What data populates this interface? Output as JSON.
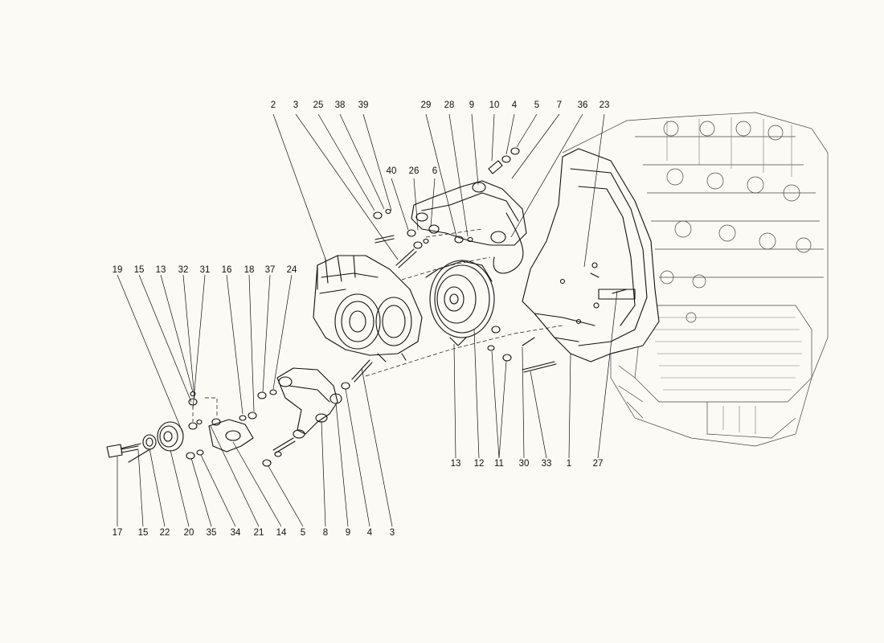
{
  "diagram": {
    "callouts": [
      {
        "id": "top-2",
        "text": "2"
      },
      {
        "id": "top-3",
        "text": "3"
      },
      {
        "id": "top-25",
        "text": "25"
      },
      {
        "id": "top-38",
        "text": "38"
      },
      {
        "id": "top-39",
        "text": "39"
      },
      {
        "id": "top-29",
        "text": "29"
      },
      {
        "id": "top-28",
        "text": "28"
      },
      {
        "id": "top-9",
        "text": "9"
      },
      {
        "id": "top-10",
        "text": "10"
      },
      {
        "id": "top-4",
        "text": "4"
      },
      {
        "id": "top-5",
        "text": "5"
      },
      {
        "id": "top-7",
        "text": "7"
      },
      {
        "id": "top-36",
        "text": "36"
      },
      {
        "id": "top-23",
        "text": "23"
      },
      {
        "id": "mid-40",
        "text": "40"
      },
      {
        "id": "mid-26",
        "text": "26"
      },
      {
        "id": "mid-6",
        "text": "6"
      },
      {
        "id": "left-19",
        "text": "19"
      },
      {
        "id": "left-15",
        "text": "15"
      },
      {
        "id": "left-13",
        "text": "13"
      },
      {
        "id": "left-32",
        "text": "32"
      },
      {
        "id": "left-31",
        "text": "31"
      },
      {
        "id": "left-16",
        "text": "16"
      },
      {
        "id": "left-18",
        "text": "18"
      },
      {
        "id": "left-37",
        "text": "37"
      },
      {
        "id": "left-24",
        "text": "24"
      },
      {
        "id": "right-13",
        "text": "13"
      },
      {
        "id": "right-12",
        "text": "12"
      },
      {
        "id": "right-11",
        "text": "11"
      },
      {
        "id": "right-30",
        "text": "30"
      },
      {
        "id": "right-33",
        "text": "33"
      },
      {
        "id": "right-1",
        "text": "1"
      },
      {
        "id": "right-27",
        "text": "27"
      },
      {
        "id": "bot-17",
        "text": "17"
      },
      {
        "id": "bot-15",
        "text": "15"
      },
      {
        "id": "bot-22",
        "text": "22"
      },
      {
        "id": "bot-20",
        "text": "20"
      },
      {
        "id": "bot-35",
        "text": "35"
      },
      {
        "id": "bot-34",
        "text": "34"
      },
      {
        "id": "bot-21",
        "text": "21"
      },
      {
        "id": "bot-14",
        "text": "14"
      },
      {
        "id": "bot-5",
        "text": "5"
      },
      {
        "id": "bot-8",
        "text": "8"
      },
      {
        "id": "bot-9",
        "text": "9"
      },
      {
        "id": "bot-4",
        "text": "4"
      },
      {
        "id": "bot-3",
        "text": "3"
      }
    ]
  }
}
